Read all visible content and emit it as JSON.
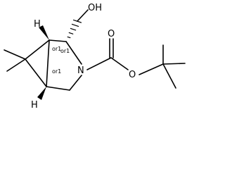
{
  "atoms": {
    "hydroxyl": "OH",
    "nitrogen": "N",
    "carbonyl_oxygen": "O",
    "ester_oxygen": "O",
    "hydrogen_top": "H",
    "hydrogen_bottom": "H"
  },
  "stereo": {
    "label_c2": "or1",
    "label_c1": "or1",
    "label_c5": "or1"
  }
}
